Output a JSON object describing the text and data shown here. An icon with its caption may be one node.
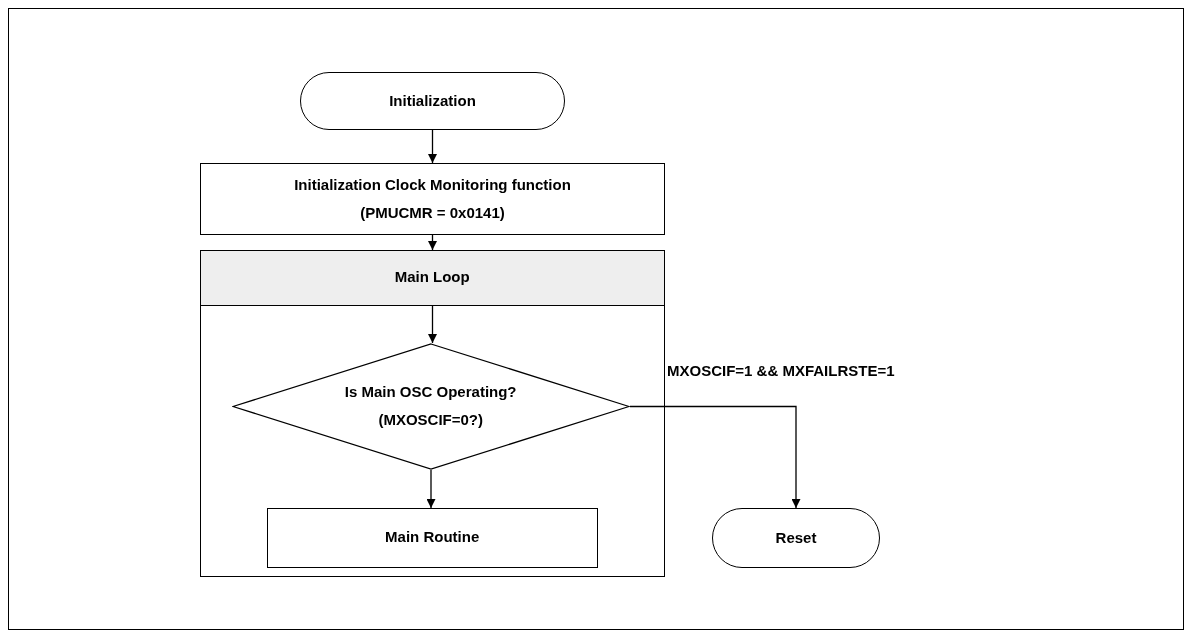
{
  "diagram": {
    "nodes": [
      {
        "text": [
          "Initialization"
        ]
      },
      {
        "text": [
          "Initialization Clock Monitoring function (PMUCMR = 0x0141)"
        ]
      },
      {
        "text": [],
        "shape": "box"
      },
      {
        "text": [
          "Main Loop"
        ],
        "in": 2
      },
      {
        "text": [
          "Is Main OSC Operating? (MXOSCIF=0?)"
        ],
        "in": 2
      },
      {
        "text": [
          "Main Routine"
        ],
        "in": 2
      },
      {
        "text": [
          "Reset"
        ]
      }
    ],
    "edges": [
      {
        "from": 0,
        "to": 1,
        "arrow": "to"
      },
      {
        "from": 1,
        "to": 3,
        "arrow": "to"
      },
      {
        "from": 3,
        "to": 4,
        "arrow": "to"
      },
      {
        "from": 4,
        "to": 5,
        "arrow": "to"
      },
      {
        "from": 4,
        "to": 6,
        "arrow": "to",
        "label": "MXOSCIF=1 && MXFAILRSTE=1"
      }
    ]
  }
}
